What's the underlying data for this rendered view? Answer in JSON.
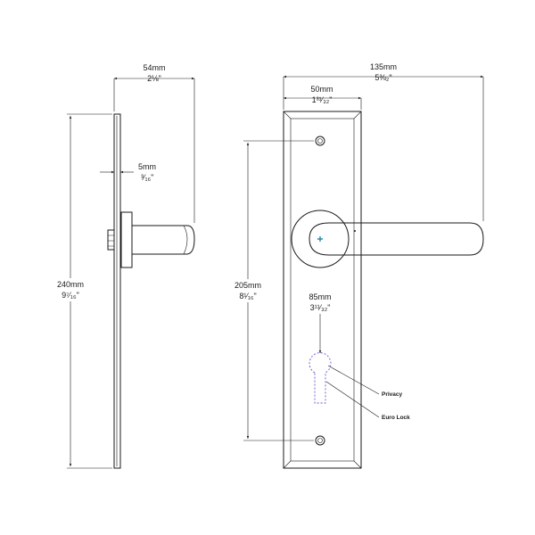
{
  "dimensions": {
    "projection_54": {
      "metric": "54mm",
      "imperial": "2⅛\""
    },
    "thickness_5": {
      "metric": "5mm",
      "imperial": "³⁄₁₆\""
    },
    "height_240": {
      "metric": "240mm",
      "imperial": "9⁷⁄₁₆\""
    },
    "width_135": {
      "metric": "135mm",
      "imperial": "5⅜₂\""
    },
    "plate_50": {
      "metric": "50mm",
      "imperial": "1³¹⁄₃₂\""
    },
    "centres_205": {
      "metric": "205mm",
      "imperial": "8¹⁄₁₆\""
    },
    "backset_85": {
      "metric": "85mm",
      "imperial": "3¹¹⁄₃₂\""
    }
  },
  "callouts": {
    "privacy": "Privacy",
    "euro_lock": "Euro Lock"
  },
  "colors": {
    "line": "#1a1a1a",
    "dashed_outline": "#5a5ad0",
    "spindle_marker": "#2a8aa0"
  }
}
